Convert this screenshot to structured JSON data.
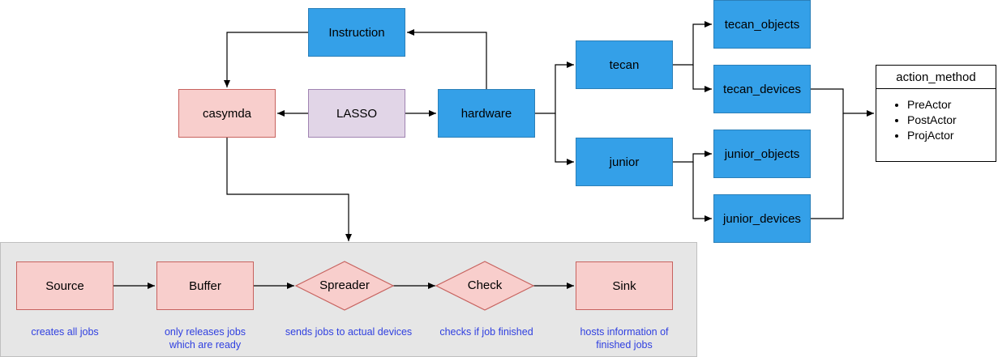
{
  "diagram": {
    "nodes": {
      "instruction": "Instruction",
      "casymda": "casymda",
      "lasso": "LASSO",
      "hardware": "hardware",
      "tecan": "tecan",
      "junior": "junior",
      "tecan_objects": "tecan_objects",
      "tecan_devices": "tecan_devices",
      "junior_objects": "junior_objects",
      "junior_devices": "junior_devices"
    },
    "action_method": {
      "title": "action_method",
      "items": [
        "PreActor",
        "PostActor",
        "ProjActor"
      ]
    },
    "pipeline": {
      "source": "Source",
      "buffer": "Buffer",
      "spreader": "Spreader",
      "check": "Check",
      "sink": "Sink"
    },
    "captions": {
      "source_l1": "creates all jobs",
      "buffer_l1": "only releases jobs",
      "buffer_l2": "which are ready",
      "spreader_l1": "sends jobs to actual devices",
      "check_l1": "checks if job finished",
      "sink_l1": "hosts information of",
      "sink_l2": "finished jobs"
    },
    "colors": {
      "blue": "#34a0e8",
      "pink": "#f8cecc",
      "purple": "#e1d5e7",
      "caption": "#2f3fe0"
    }
  }
}
